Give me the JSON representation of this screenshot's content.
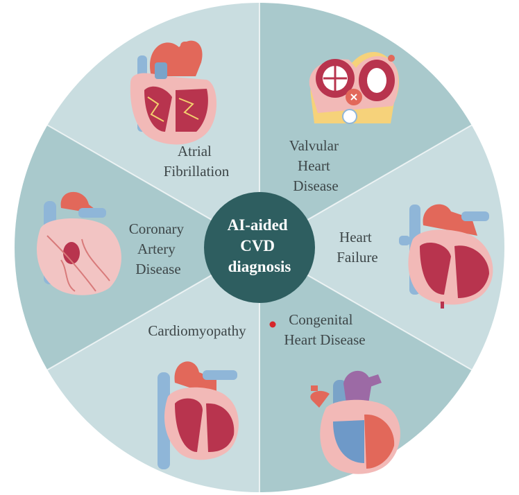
{
  "center": {
    "lines": [
      "AI-aided",
      "CVD",
      "diagnosis"
    ],
    "fill": "#2e5e60"
  },
  "segment_colors": {
    "light": "#c9dde0",
    "dark": "#a9c9cc"
  },
  "diseases": [
    {
      "key": "atrial",
      "lines": [
        "Atrial",
        "Fibrillation"
      ]
    },
    {
      "key": "valvular",
      "lines": [
        "Valvular",
        "Heart",
        "Disease"
      ]
    },
    {
      "key": "failure",
      "lines": [
        "Heart",
        "Failure"
      ]
    },
    {
      "key": "congenital",
      "lines": [
        "Congenital",
        "Heart Disease"
      ]
    },
    {
      "key": "cardiomyopathy",
      "lines": [
        "Cardiomyopathy"
      ]
    },
    {
      "key": "coronary",
      "lines": [
        "Coronary",
        "Artery",
        "Disease"
      ]
    }
  ],
  "icons": [
    "atrial-fibrillation-heart-icon",
    "valvular-heart-cross-section-icon",
    "heart-failure-heart-icon",
    "congenital-heart-icon",
    "cardiomyopathy-heart-icon",
    "coronary-artery-heart-icon"
  ]
}
